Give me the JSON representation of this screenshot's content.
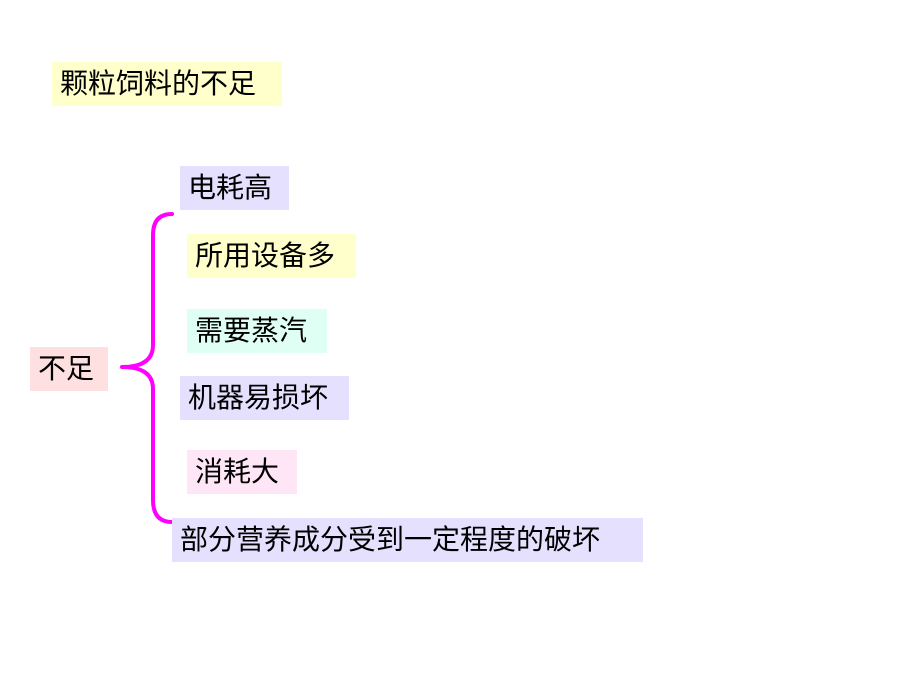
{
  "title": "颗粒饲料的不足",
  "root": "不足",
  "items": [
    "电耗高",
    "所用设备多",
    "需要蒸汽",
    "机器易损坏",
    "消耗大",
    "部分营养成分受到一定程度的破坏"
  ],
  "colors": {
    "brace": "#ff00ff",
    "title_bg": "#ffffcc",
    "root_bg": "#ffe0e0",
    "lavender_bg": "#e6e0ff",
    "yellow_bg": "#ffffcc",
    "mint_bg": "#e0fff4",
    "pink_bg": "#ffe6f6"
  }
}
